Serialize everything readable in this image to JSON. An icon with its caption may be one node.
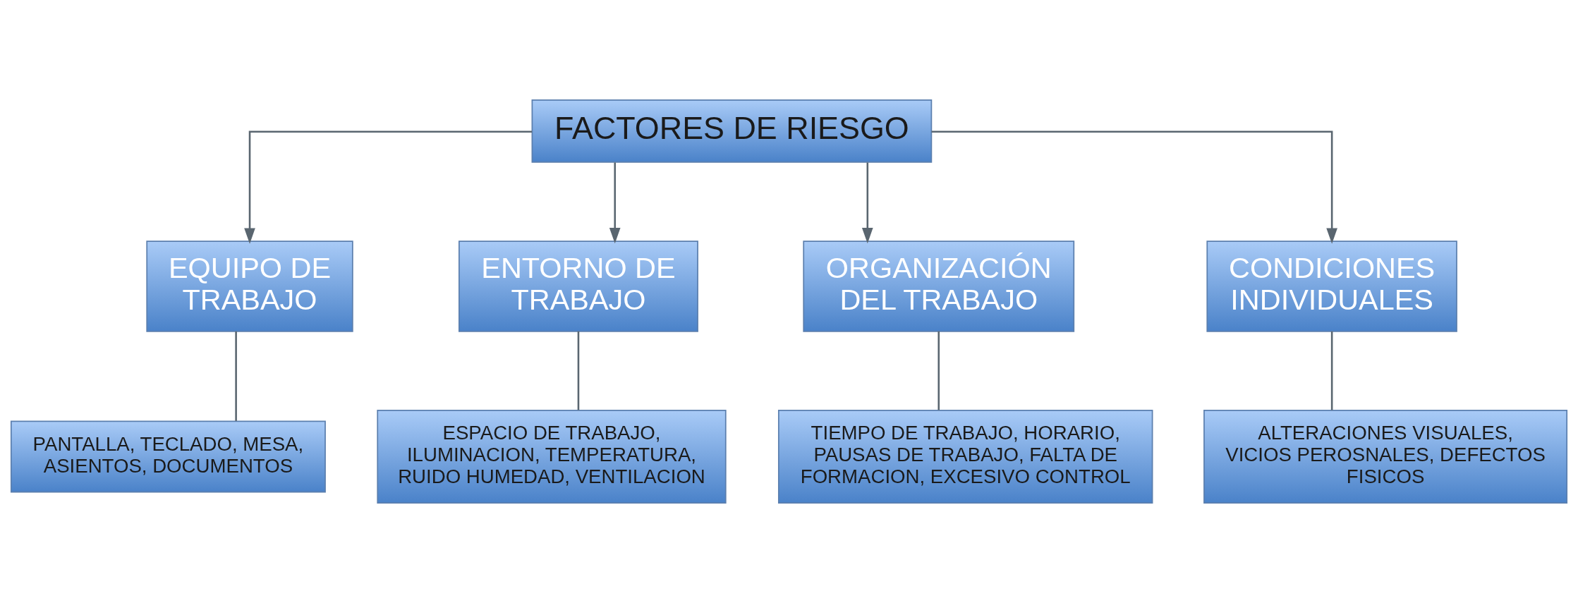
{
  "diagram": {
    "nodes": [
      {
        "text": [
          "FACTORES DE RIESGO"
        ]
      },
      {
        "text": [
          "EQUIPO DE TRABAJO"
        ]
      },
      {
        "text": [
          "ENTORNO DE TRABAJO"
        ]
      },
      {
        "text": [
          "ORGANIZACIÓN DEL TRABAJO"
        ]
      },
      {
        "text": [
          "CONDICIONES INDIVIDUALES"
        ]
      },
      {
        "text": [
          "PANTALLA, TECLADO, MESA, ASIENTOS, DOCUMENTOS"
        ]
      },
      {
        "text": [
          "ESPACIO DE TRABAJO, ILUMINACION, TEMPERATURA, RUIDO HUMEDAD, VENTILACION"
        ]
      },
      {
        "text": [
          "TIEMPO DE TRABAJO, HORARIO, PAUSAS DE TRABAJO, FALTA DE FORMACION, EXCESIVO CONTROL"
        ]
      },
      {
        "text": [
          "ALTERACIONES VISUALES, VICIOS PEROSNALES, DEFECTOS FISICOS"
        ]
      }
    ],
    "edges": [
      {
        "from": 0,
        "to": 1,
        "arrow": "to"
      },
      {
        "from": 0,
        "to": 2,
        "arrow": "to"
      },
      {
        "from": 0,
        "to": 3,
        "arrow": "to"
      },
      {
        "from": 0,
        "to": 4,
        "arrow": "to"
      },
      {
        "from": 1,
        "to": 5,
        "arrow": "none"
      },
      {
        "from": 2,
        "to": 6,
        "arrow": "none"
      },
      {
        "from": 3,
        "to": 7,
        "arrow": "none"
      },
      {
        "from": 4,
        "to": 8,
        "arrow": "none"
      }
    ]
  }
}
